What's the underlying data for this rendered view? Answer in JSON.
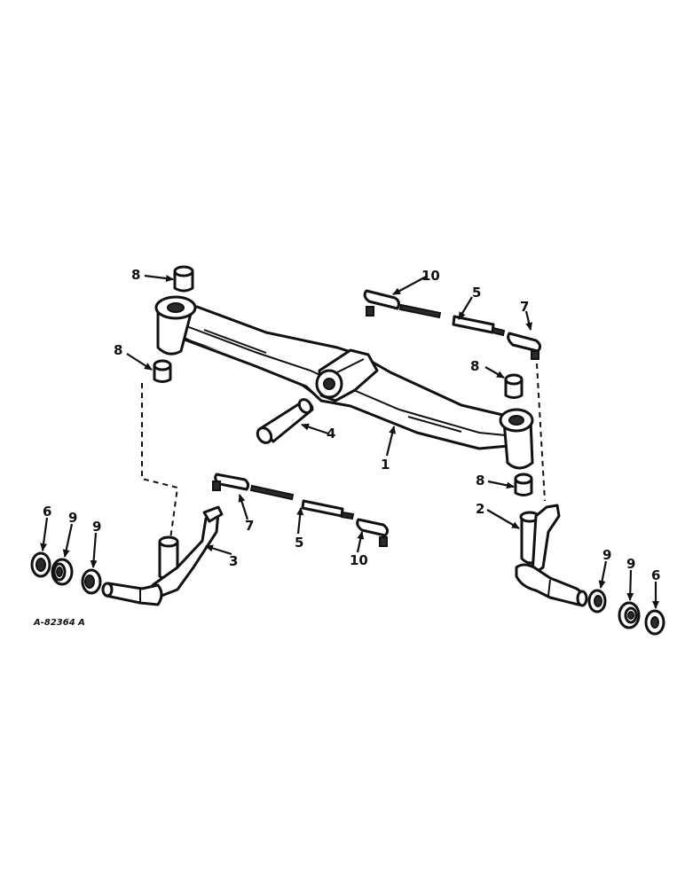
{
  "diagram": {
    "reference_code": "A-82364 A",
    "callouts": [
      {
        "id": "c1",
        "label": "1"
      },
      {
        "id": "c2",
        "label": "2"
      },
      {
        "id": "c3",
        "label": "3"
      },
      {
        "id": "c4",
        "label": "4"
      },
      {
        "id": "c5a",
        "label": "5"
      },
      {
        "id": "c5b",
        "label": "5"
      },
      {
        "id": "c6a",
        "label": "6"
      },
      {
        "id": "c6b",
        "label": "6"
      },
      {
        "id": "c7a",
        "label": "7"
      },
      {
        "id": "c7b",
        "label": "7"
      },
      {
        "id": "c8a",
        "label": "8"
      },
      {
        "id": "c8b",
        "label": "8"
      },
      {
        "id": "c8c",
        "label": "8"
      },
      {
        "id": "c8d",
        "label": "8"
      },
      {
        "id": "c9a",
        "label": "9"
      },
      {
        "id": "c9b",
        "label": "9"
      },
      {
        "id": "c9c",
        "label": "9"
      },
      {
        "id": "c9d",
        "label": "9"
      },
      {
        "id": "c10a",
        "label": "10"
      },
      {
        "id": "c10b",
        "label": "10"
      }
    ]
  }
}
